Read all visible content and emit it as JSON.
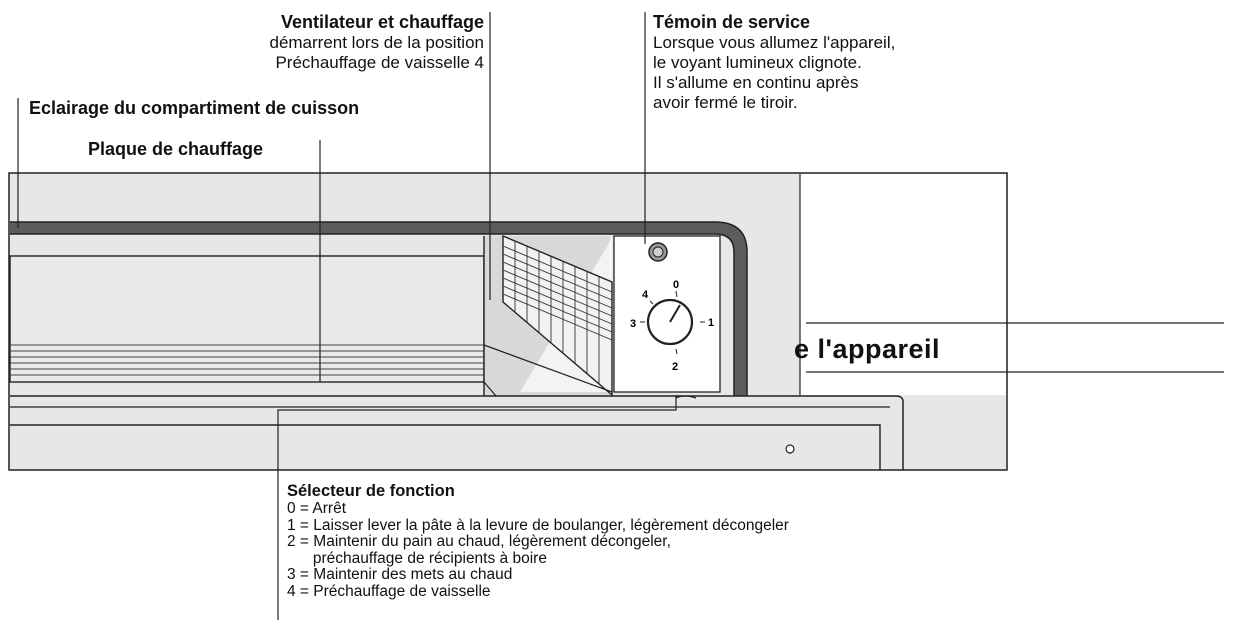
{
  "callouts": {
    "fan": {
      "title": "Ventilateur et chauffage",
      "lines": [
        "démarrent lors de la position",
        "Préchauffage de vaisselle 4"
      ]
    },
    "service": {
      "title": "Témoin de service",
      "lines": [
        "Lorsque vous allumez l'appareil,",
        "le voyant lumineux clignote.",
        "Il s'allume en continu après",
        "avoir fermé le tiroir."
      ]
    },
    "lighting": {
      "title": "Eclairage du compartiment de cuisson"
    },
    "plate": {
      "title": "Plaque de chauffage"
    },
    "selector": {
      "title": "Sélecteur de fonction",
      "lines": [
        "0 = Arrêt",
        "1 = Laisser lever la pâte à la levure de boulanger, légèrement décongeler",
        "2 = Maintenir du pain au chaud, légèrement décongeler,",
        "      préchauffage de récipients à boire",
        "3 = Maintenir des mets au chaud",
        "4 = Préchauffage de vaisselle"
      ]
    }
  },
  "side_heading": "e l'appareil",
  "dial": {
    "marks": [
      "0",
      "1",
      "2",
      "3",
      "4"
    ]
  },
  "colors": {
    "panel": "#e6e6e6",
    "line": "#222222"
  }
}
